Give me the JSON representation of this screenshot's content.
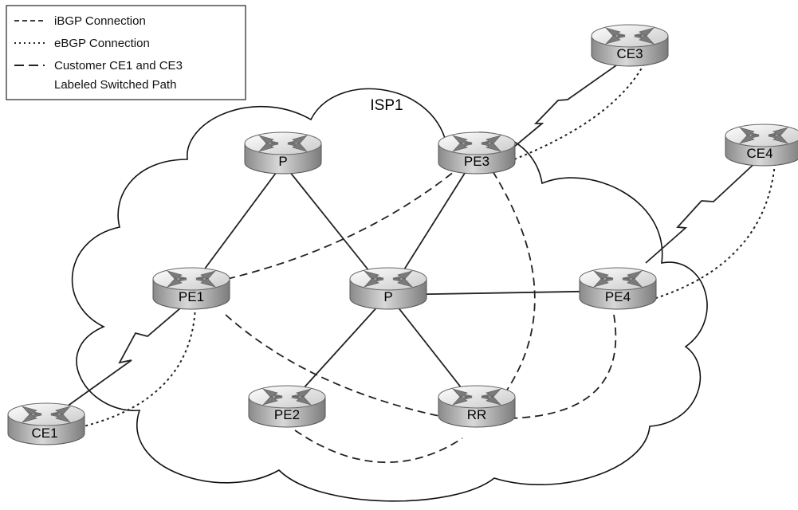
{
  "legend": {
    "ibgp": "iBGP Connection",
    "ebgp": "eBGP Connection",
    "lsp_line1": "Customer CE1 and CE3",
    "lsp_line2": "Labeled Switched Path"
  },
  "cloud_label": "ISP1",
  "routers": [
    {
      "id": "ce3",
      "label": "CE3"
    },
    {
      "id": "p-top",
      "label": "P"
    },
    {
      "id": "pe3",
      "label": "PE3"
    },
    {
      "id": "ce4",
      "label": "CE4"
    },
    {
      "id": "pe1",
      "label": "PE1"
    },
    {
      "id": "p-center",
      "label": "P"
    },
    {
      "id": "pe4",
      "label": "PE4"
    },
    {
      "id": "pe2",
      "label": "PE2"
    },
    {
      "id": "rr",
      "label": "RR"
    },
    {
      "id": "ce1",
      "label": "CE1"
    }
  ],
  "connections": [
    {
      "from": "p-top",
      "to": "pe1",
      "type": "physical"
    },
    {
      "from": "p-top",
      "to": "p-center",
      "type": "physical"
    },
    {
      "from": "pe3",
      "to": "p-center",
      "type": "physical"
    },
    {
      "from": "p-center",
      "to": "pe4",
      "type": "physical"
    },
    {
      "from": "p-center",
      "to": "pe2",
      "type": "physical"
    },
    {
      "from": "p-center",
      "to": "rr",
      "type": "physical"
    },
    {
      "from": "ce3",
      "to": "pe3",
      "type": "serial"
    },
    {
      "from": "ce4",
      "to": "pe4",
      "type": "serial"
    },
    {
      "from": "ce1",
      "to": "pe1",
      "type": "serial"
    },
    {
      "from": "pe1",
      "to": "pe3",
      "type": "ibgp"
    },
    {
      "from": "pe1",
      "to": "rr",
      "type": "ibgp"
    },
    {
      "from": "pe3",
      "to": "rr",
      "type": "ibgp"
    },
    {
      "from": "pe4",
      "to": "rr",
      "type": "ibgp"
    },
    {
      "from": "pe2",
      "to": "rr",
      "type": "ibgp"
    },
    {
      "from": "ce3",
      "to": "pe3",
      "type": "ebgp"
    },
    {
      "from": "ce4",
      "to": "pe4",
      "type": "ebgp"
    },
    {
      "from": "ce1",
      "to": "pe1",
      "type": "ebgp"
    }
  ],
  "colors": {
    "router_top": "#f4f4f4",
    "router_side": "#9a9a9a",
    "line": "#222222",
    "cloud_fill": "#ffffff"
  }
}
